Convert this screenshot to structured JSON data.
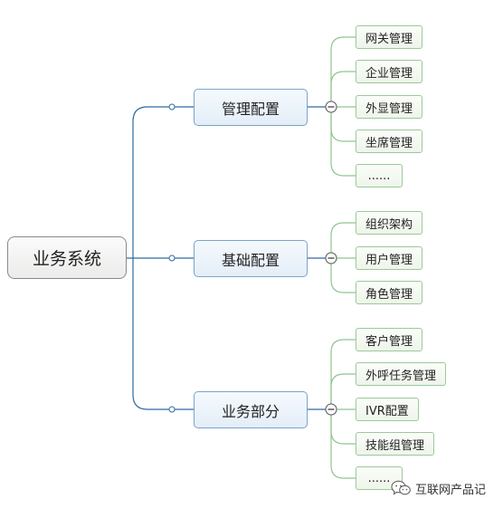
{
  "root": {
    "label": "业务系统"
  },
  "branches": [
    {
      "label": "管理配置",
      "children": [
        "网关管理",
        "企业管理",
        "外显管理",
        "坐席管理",
        "......"
      ]
    },
    {
      "label": "基础配置",
      "children": [
        "组织架构",
        "用户管理",
        "角色管理"
      ]
    },
    {
      "label": "业务部分",
      "children": [
        "客户管理",
        "外呼任务管理",
        "IVR配置",
        "技能组管理",
        "......"
      ]
    }
  ],
  "watermark": {
    "text": "互联网产品记",
    "icon": "wechat-icon"
  },
  "colors": {
    "branch_line": "#2d6aa3",
    "leaf_line": "#8fc58d",
    "root_border": "#8a8a8a"
  }
}
